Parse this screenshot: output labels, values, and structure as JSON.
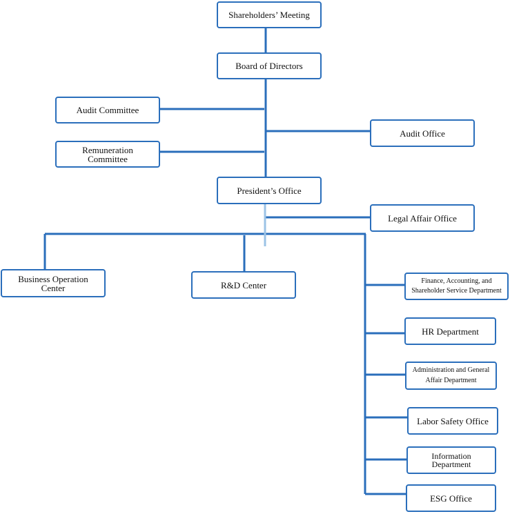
{
  "colors": {
    "line": "#2a6ebb",
    "line_light": "#9cc3e6",
    "border": "#2a6ebb"
  },
  "org": {
    "shareholders": "Shareholders’ Meeting",
    "board": "Board of Directors",
    "audit_committee": "Audit Committee",
    "remuneration_committee": "Remuneration Committee",
    "audit_office": "Audit Office",
    "presidents_office": "President’s Office",
    "legal_affair_office": "Legal Affair Office",
    "business_operation_center": "Business Operation Center",
    "rd_center": "R&D Center",
    "finance_dept": "Finance, Accounting, and Shareholder Service Department",
    "hr_dept": "HR Department",
    "admin_dept": "Administration and General Affair Department",
    "labor_safety": "Labor Safety Office",
    "information_dept": "Information Department",
    "esg_office": "ESG Office"
  }
}
